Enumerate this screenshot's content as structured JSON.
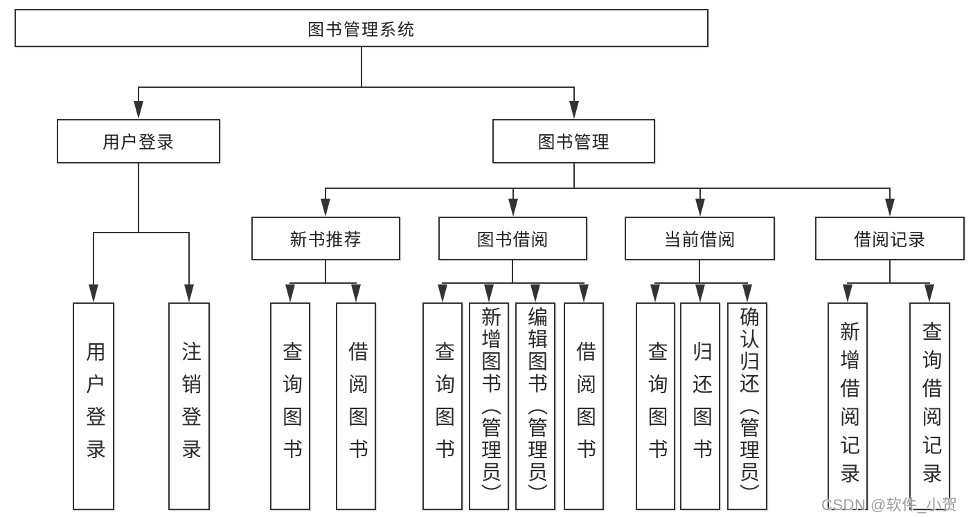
{
  "tree": {
    "root": "图书管理系统",
    "user_login": {
      "label": "用户登录",
      "leaves": {
        "login": "用户登录",
        "logout": "注销登录"
      }
    },
    "book_management": {
      "label": "图书管理",
      "new_book_recommend": {
        "label": "新书推荐",
        "leaves": {
          "query_book": "查询图书",
          "borrow_book": "借阅图书"
        }
      },
      "book_borrow": {
        "label": "图书借阅",
        "leaves": {
          "query_book": "查询图书",
          "add_book": "新增图书（管理员）",
          "edit_book": "编辑图书（管理员）",
          "borrow_book": "借阅图书"
        }
      },
      "current_borrow": {
        "label": "当前借阅",
        "leaves": {
          "query_book": "查询图书",
          "return_book": "归还图书",
          "confirm_return": "确认归还（管理员）"
        }
      },
      "borrow_records": {
        "label": "借阅记录",
        "leaves": {
          "add_record": "新增借阅记录",
          "query_record": "查询借阅记录"
        }
      }
    }
  },
  "watermark": "CSDN @软件_小贺同学",
  "colors": {
    "line": "#333333",
    "box_border": "#333333",
    "background": "#ffffff",
    "watermark": "#9c9c9c"
  }
}
